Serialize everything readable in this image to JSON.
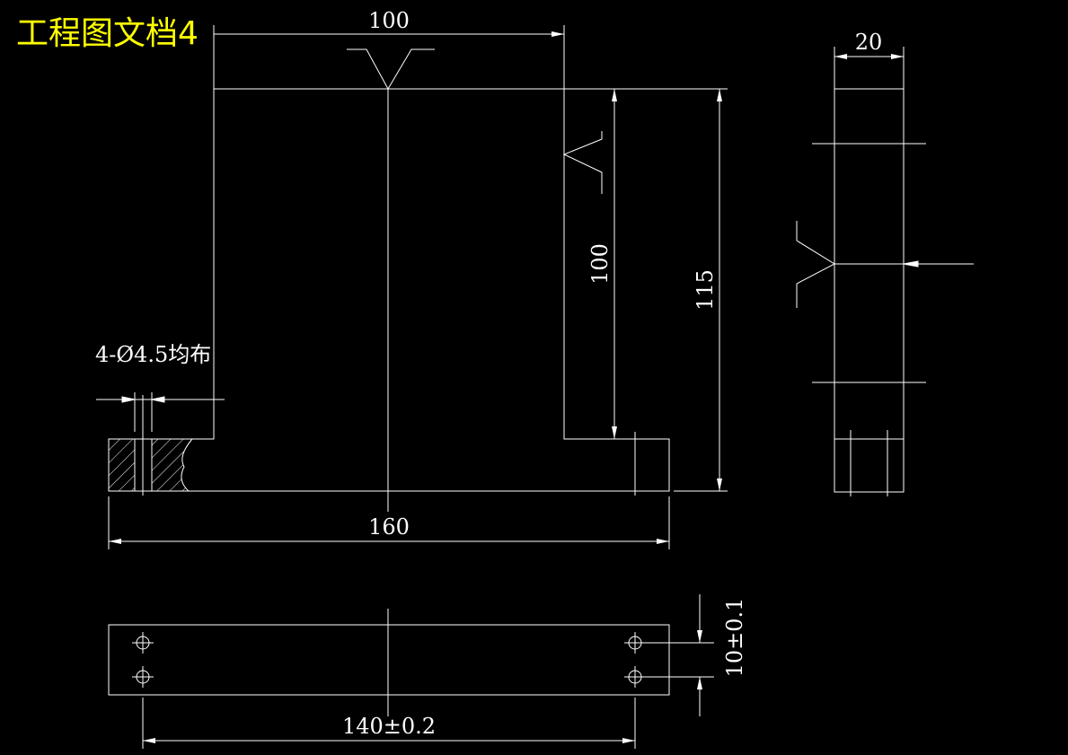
{
  "title": "工程图文档4",
  "dimensions": {
    "top_width": "100",
    "side_thickness": "20",
    "inner_height": "100",
    "total_height": "115",
    "total_length": "160",
    "hole_spacing": "140±0.2",
    "hole_offset": "10±0.1",
    "hole_note": "4-Ø4.5均布"
  },
  "colors": {
    "background": "#000000",
    "lines": "#ffffff",
    "title": "#ffff00"
  }
}
